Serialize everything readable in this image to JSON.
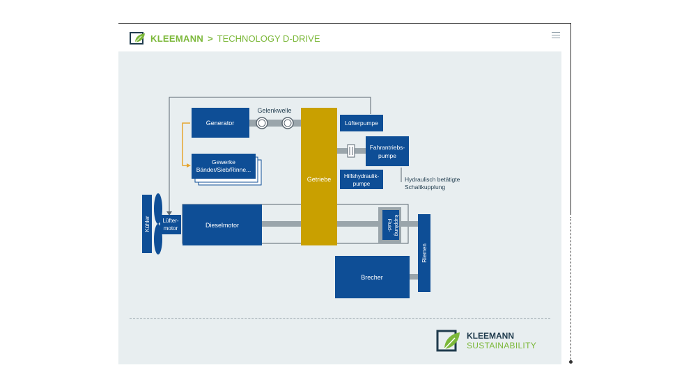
{
  "header": {
    "brand": "KLEEMANN",
    "separator": ">",
    "section": "TECHNOLOGY D-DRIVE",
    "logo_icon": "kleemann-leaf-logo-icon",
    "menu_icon": "hamburger-menu-icon"
  },
  "diagram": {
    "components": {
      "generator": "Generator",
      "gelenkwelle": "Gelenkwelle",
      "luefterpumpe": "Lüfterpumpe",
      "fahrantrieb_1": "Fahrantriebs-",
      "fahrantrieb_2": "pumpe",
      "gewerke_1": "Gewerke",
      "gewerke_2": "Bänder/Sieb/Rinne...",
      "getriebe": "Getriebe",
      "hilfs_1": "Hilfshydraulik-",
      "hilfs_2": "pumpe",
      "kupplung_note_1": "Hydraulisch betätigte",
      "kupplung_note_2": "Schaltkupplung",
      "kuehler": "Kühler",
      "luefter_1": "Lüfter-",
      "luefter_2": "motor",
      "dieselmotor": "Dieselmotor",
      "fluid_1": "Fluid-",
      "fluid_2": "kupplung",
      "riemen": "Riemen",
      "brecher": "Brecher"
    },
    "colors": {
      "block_blue": "#0e4e96",
      "gearbox": "#c9a000",
      "shaft": "#9aa5ab",
      "hydraulic_arrow": "#e6a530",
      "line": "#5a6670"
    }
  },
  "footer": {
    "brand": "KLEEMANN",
    "tagline": "SUSTAINABILITY",
    "logo_icon": "kleemann-leaf-logo-icon"
  }
}
